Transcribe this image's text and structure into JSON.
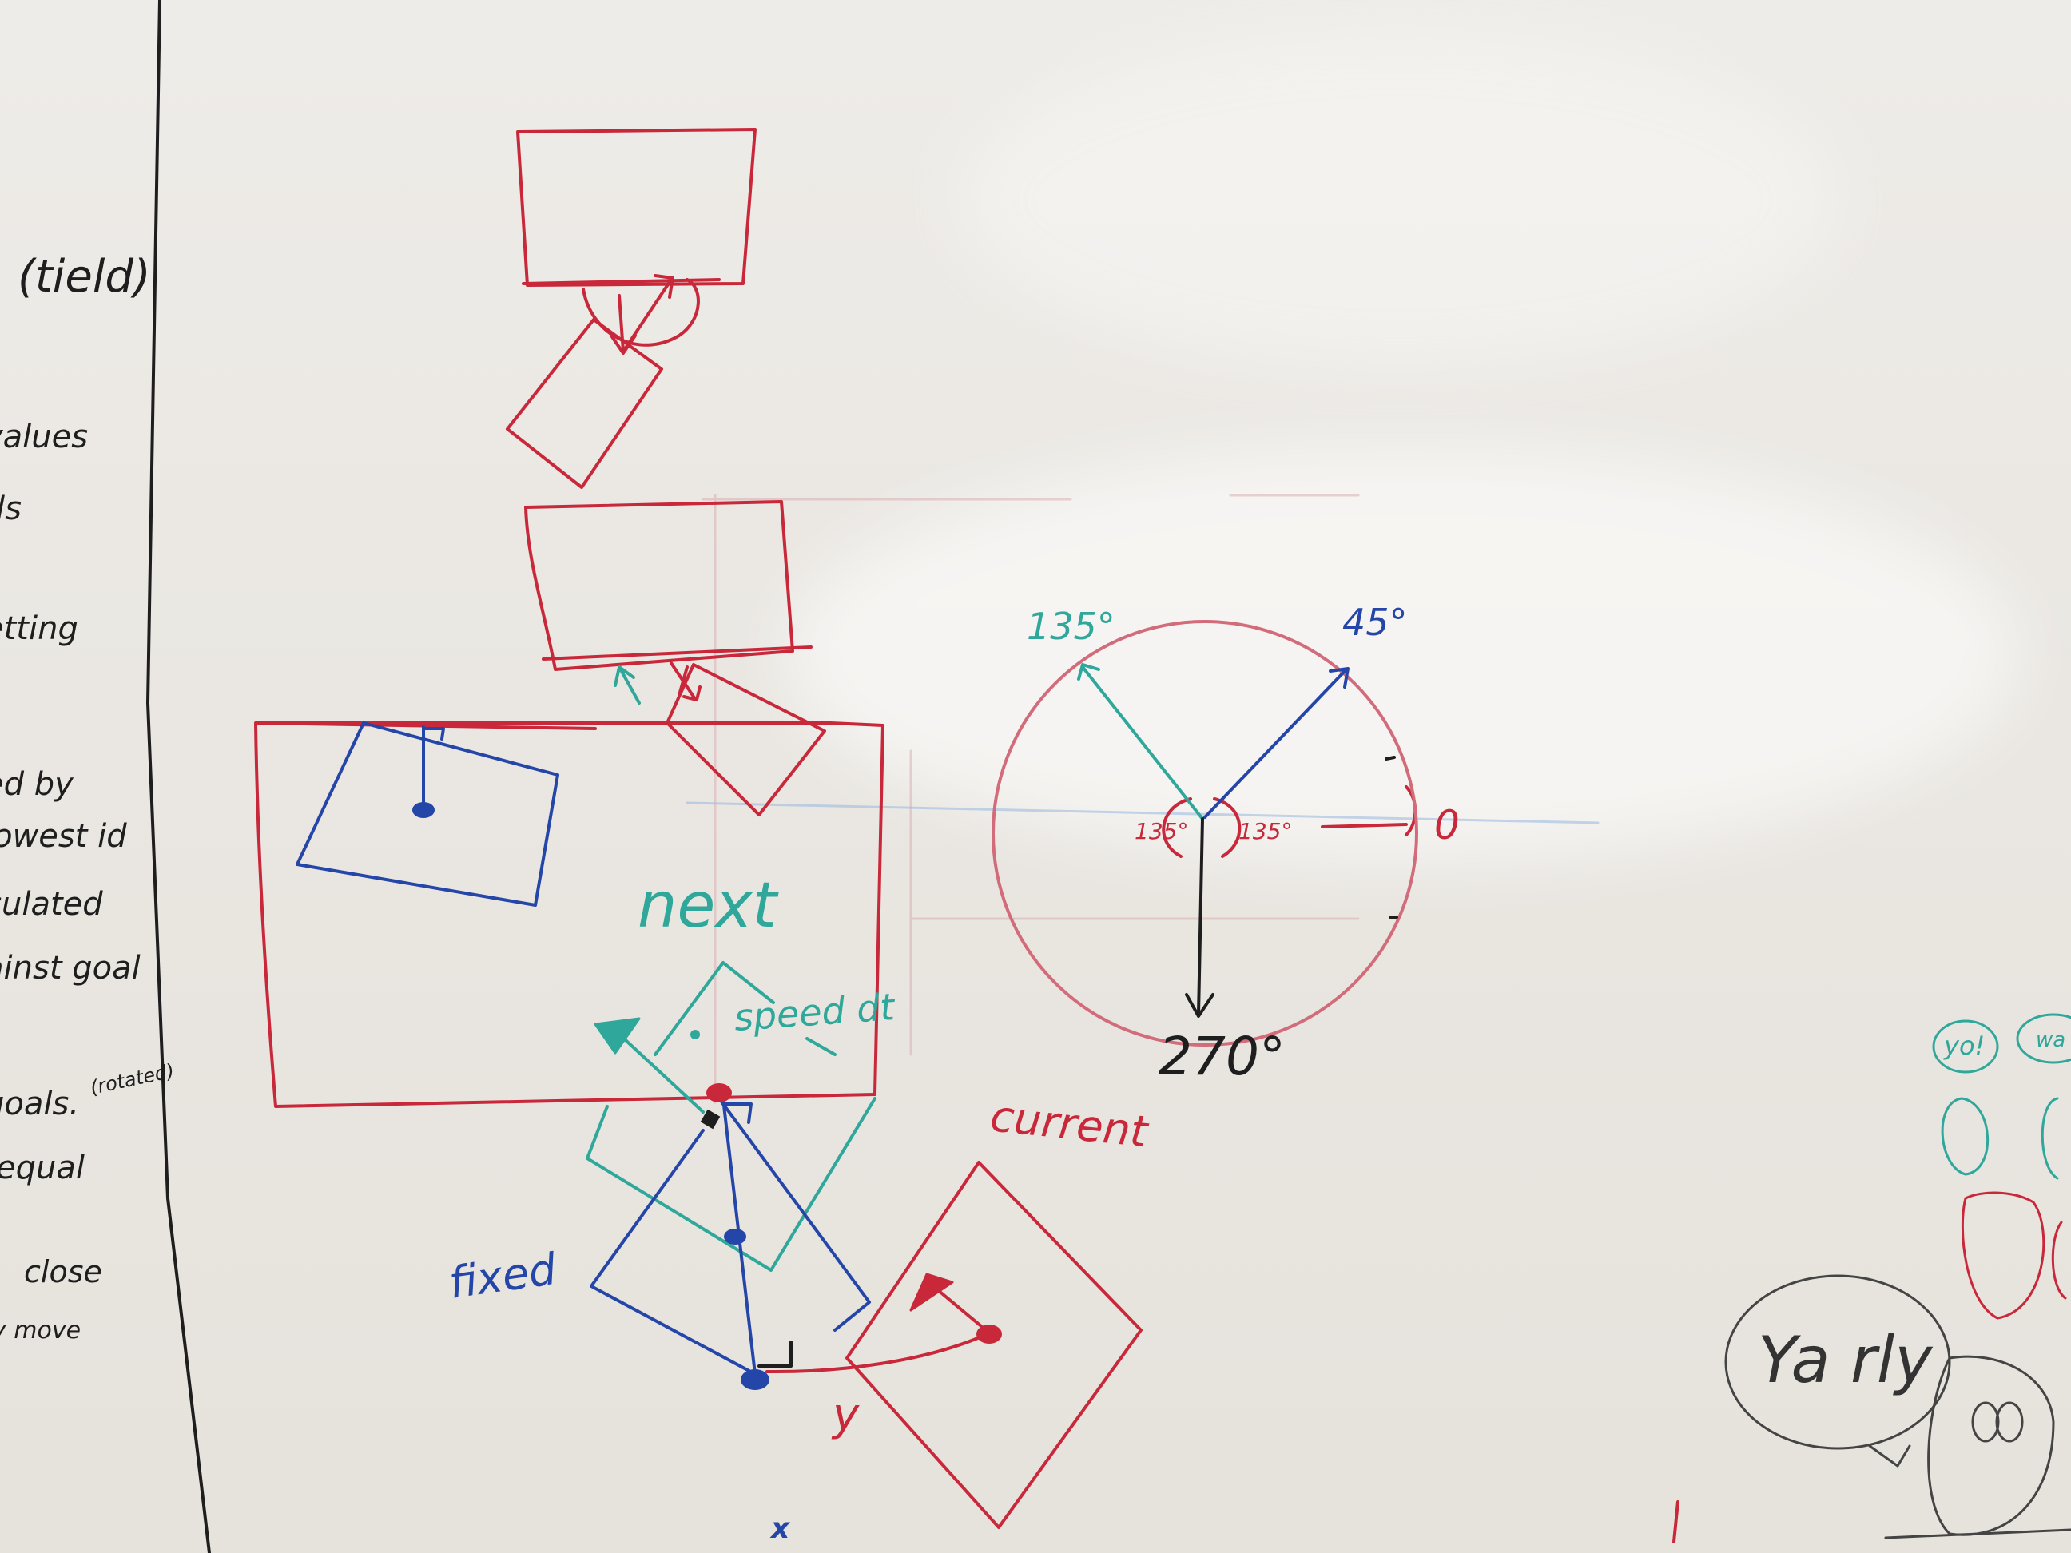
{
  "left_panel": {
    "lines": [
      "(tield)",
      "values",
      "ls",
      "etting",
      "ed by",
      "lowest id",
      "culated",
      "ainst goal",
      "goals.",
      "(rotated)",
      "equal",
      "close",
      "y move"
    ]
  },
  "diagram": {
    "next_label": "next",
    "speed_label": "speed dt",
    "current_label": "current",
    "fixed_label": "fixed",
    "y_label": "y",
    "bottom_mark": "x"
  },
  "angle_circle": {
    "label_135": "135°",
    "label_45": "45°",
    "label_0": "0",
    "label_270": "270°",
    "inner_left": "135°",
    "inner_right": "135°"
  },
  "doodles": {
    "yo": "yo!",
    "wa": "wa",
    "yarly": "Ya rly"
  },
  "colors": {
    "red": "#c8283a",
    "blue": "#2446a8",
    "teal": "#2fa79a",
    "black": "#1e1e1e"
  }
}
